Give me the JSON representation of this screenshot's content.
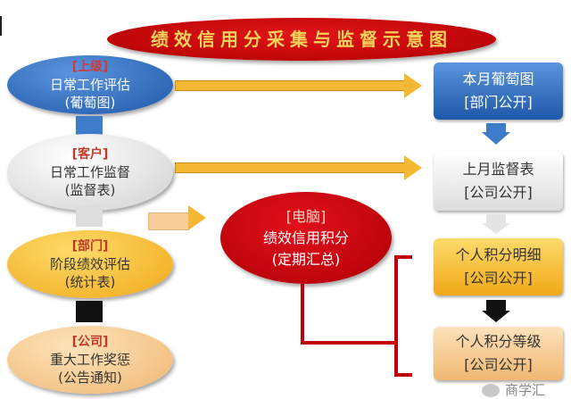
{
  "title": "绩效信用分采集与监督示意图",
  "left_sources": [
    {
      "tag": "[上级]",
      "line1": "日常工作评估",
      "line2": "(葡萄图)",
      "color": "#2f6fc4"
    },
    {
      "tag": "[客户]",
      "line1": "日常工作监督",
      "line2": "(监督表)",
      "color": "#f2f2f2"
    },
    {
      "tag": "[部门]",
      "line1": "阶段绩效评估",
      "line2": "(统计表)",
      "color": "#f6b92b"
    },
    {
      "tag": "[公司]",
      "line1": "重大工作奖惩",
      "line2": "(公告通知)",
      "color": "#f7cf96"
    }
  ],
  "center": {
    "tag": "[电脑]",
    "line1": "绩效信用积分",
    "line2": "(定期汇总)",
    "color": "#c8000a"
  },
  "right_outputs": [
    {
      "line1": "本月葡萄图",
      "line2": "[部门公开]",
      "color": "#2f6fc4"
    },
    {
      "line1": "上月监督表",
      "line2": "[公司公开]",
      "color": "#f2f2f2"
    },
    {
      "line1": "个人积分明细",
      "line2": "[公司公开]",
      "color": "#f6b92b"
    },
    {
      "line1": "个人积分等级",
      "line2": "[公司公开]",
      "color": "#f7cf96"
    }
  ],
  "watermark": "商学汇"
}
